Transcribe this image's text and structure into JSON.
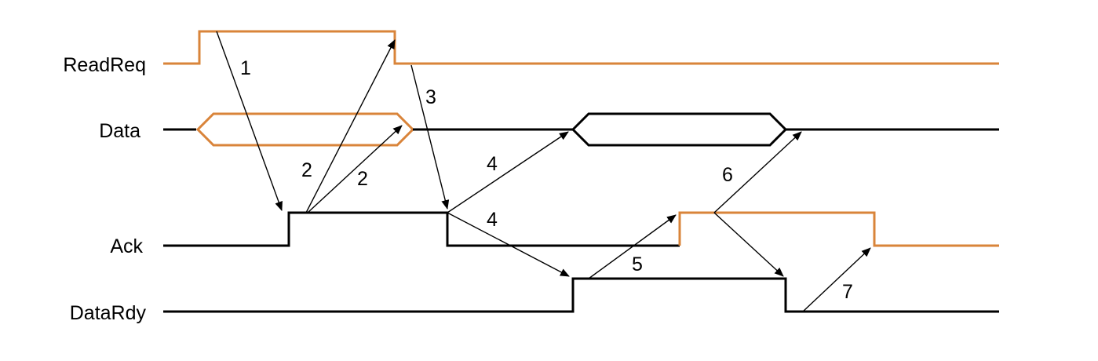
{
  "colors": {
    "orange": "#D9843A",
    "black": "#000000"
  },
  "signals": {
    "readreq": "ReadReq",
    "data": "Data",
    "ack": "Ack",
    "datardy": "DataRdy"
  },
  "steps": {
    "s1": "1",
    "s2a": "2",
    "s2b": "2",
    "s3": "3",
    "s4a": "4",
    "s4b": "4",
    "s5": "5",
    "s6": "6",
    "s7": "7"
  }
}
